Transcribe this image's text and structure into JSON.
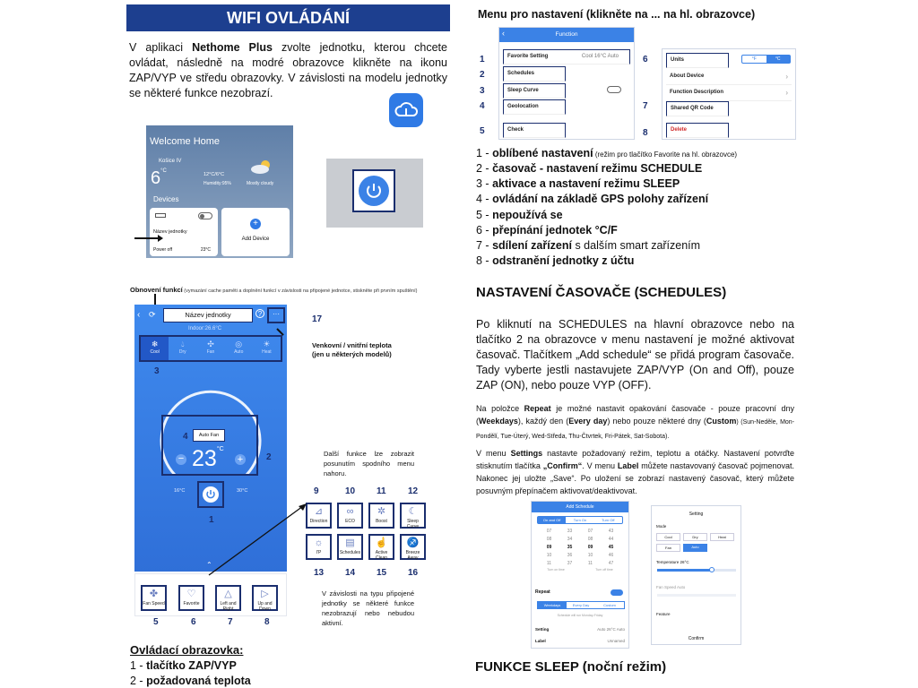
{
  "left": {
    "banner_title": "WIFI OVLÁDÁNÍ",
    "intro_p1": "V aplikaci ",
    "intro_app": "Nethome Plus",
    "intro_p2": " zvolte jednotku, kterou chcete ovládat, následně na modré obrazovce klikněte na ikonu ZAP/VYP ve středu obrazovky. V závislosti na modelu jednotky se některé funkce nezobrazí.",
    "home_screen": {
      "title": "Welcome Home",
      "city": "Košice IV",
      "temp": "6",
      "temp_unit": "°C",
      "range": "12°C/6°C",
      "humidity": "Humidity:95%",
      "weather": "Mostly cloudy",
      "devices_label": "Devices",
      "device_name": "Název jednotky",
      "device_status": "Power off",
      "device_temp": "23°C",
      "add_device": "Add Device"
    },
    "refresh_note_bold": "Obnovení funkcí",
    "refresh_note_rest": " (vymazání cache paměti a doplnění funkcí v závislosti na připojené jednotce, stiskněte při prvním spuštění)",
    "control": {
      "unit_name": "Název jednotky",
      "indoor": "Indoor:26.6°C",
      "modes": [
        "Cool",
        "Dry",
        "Fan",
        "Auto",
        "Heat"
      ],
      "fan_label": "Auto Fan",
      "set_temp": "23",
      "temp_unit": "°C",
      "min": "16°C",
      "max": "30°C",
      "functions_top": [
        "Direction",
        "ECO",
        "Boost",
        "Sleep Curve"
      ],
      "functions_mid": [
        "I'P",
        "Schedules",
        "Active Clean",
        "Breeze Away"
      ],
      "functions_bottom": [
        "Fan Speed",
        "Favorite",
        "Left and Right",
        "Up and Down"
      ]
    },
    "callout_17": "17",
    "outdoor_label": "Venkovní / vnitřní teplota (jen u některých modelů)",
    "more_functions": "Další funkce lze zobrazit posunutím spodního menu nahoru.",
    "depends_note": "V závislosti na typu připojené jednotky se některé funkce nezobrazují nebo nebudou aktivní.",
    "nums": {
      "n1": "1",
      "n2": "2",
      "n3": "3",
      "n4": "4",
      "n5": "5",
      "n6": "6",
      "n7": "7",
      "n8": "8",
      "n9": "9",
      "n10": "10",
      "n11": "11",
      "n12": "12",
      "n13": "13",
      "n14": "14",
      "n15": "15",
      "n16": "16"
    },
    "section_heading": "Ovládací obrazovka:",
    "item1_pre": "1 - ",
    "item1": "tlačítko ZAP/VYP",
    "item2_pre": "2 - ",
    "item2": "požadovaná teplota"
  },
  "right": {
    "menu_heading": "Menu pro nastavení (klikněte na ... na hl. obrazovce)",
    "function_screen_title": "Function",
    "function_rows": [
      "Favorite Setting",
      "Schedules",
      "Sleep Curve",
      "Geolocation",
      "Check"
    ],
    "favorite_value": "Cool 16°C Auto",
    "settings_rows": [
      "Units",
      "About Device",
      "Function Description",
      "Shared QR Code",
      "Delete"
    ],
    "units_f": "°F",
    "units_c": "°C",
    "list": [
      {
        "n": "1 - ",
        "b": "oblíbené nastavení",
        "r": " (režim pro tlačítko Favorite na hl. obrazovce)"
      },
      {
        "n": "2 - ",
        "b": "časovač - nastavení režimu SCHEDULE",
        "r": ""
      },
      {
        "n": "3 - ",
        "b": "aktivace a nastavení režimu SLEEP",
        "r": ""
      },
      {
        "n": "4 - ",
        "b": "ovládání na základě GPS polohy zařízení",
        "r": ""
      },
      {
        "n": "5 - ",
        "b": "nepoužívá se",
        "r": ""
      },
      {
        "n": "6 - ",
        "b": "přepínání jednotek °C/F",
        "r": ""
      },
      {
        "n": "7 - ",
        "b": "sdílení zařízení",
        "r": " s dalším smart zařízením"
      },
      {
        "n": "8 - ",
        "b": "odstranění jednotky z účtu",
        "r": ""
      }
    ],
    "schedules_heading": "NASTAVENÍ ČASOVAČE (SCHEDULES)",
    "sched_p1": "Po kliknutí na SCHEDULES na hlavní obrazovce nebo na tlačítko 2 na obrazovce v menu nastavení je možné aktivovat časovač. Tlačítkem „Add schedule“ se přidá program časovače. Tady vyberte jestli nastavujete ZAP/VYP (On and Off), pouze ZAP (ON), nebo pouze VYP (OFF).",
    "sched_p2_a": "Na položce ",
    "sched_p2_repeat": "Repeat",
    "sched_p2_b": " je možné nastavit opakování časovače - pouze pracovní dny (",
    "sched_p2_weekdays": "Weekdays",
    "sched_p2_c": "), každý den (",
    "sched_p2_everyday": "Every day",
    "sched_p2_d": ") nebo pouze některé dny (",
    "sched_p2_custom": "Custom",
    "sched_p2_e": ") (Sun-Neděle, Mon-Pondělí, Tue-Úterý, Wed-Středa, Thu-Čtvrtek, Fri-Pátek, Sat-Sobota).",
    "sched_p3_a": "V menu ",
    "sched_p3_settings": "Settings",
    "sched_p3_b": " nastavte požadovaný režim, teplotu a otáčky. Nastavení potvrďte stisknutím tlačítka ",
    "sched_p3_confirm": "„Confirm“",
    "sched_p3_c": ". V menu ",
    "sched_p3_label": "Label",
    "sched_p3_d": " můžete nastavovaný časovač pojmenovat. Nakonec jej uložte „Save“. Po uložení se zobrazí nastavený časovač, který můžete posuvným přepínačem aktivovat/deaktivovat.",
    "add_schedule": {
      "title": "Add Schedule",
      "tabs": [
        "On and Off",
        "Turn On",
        "Turn Off"
      ],
      "col1": [
        "07",
        "08",
        "09",
        "10",
        "11"
      ],
      "col2": [
        "33",
        "34",
        "35",
        "36",
        "37"
      ],
      "col3": [
        "07",
        "08",
        "09",
        "10",
        "11"
      ],
      "col4": [
        "43",
        "44",
        "45",
        "46",
        "47"
      ],
      "turn_on": "Turn on time",
      "turn_off": "Turn off time",
      "repeat": "Repeat",
      "repeat_tabs": [
        "Weekdays",
        "Every Day",
        "Custom"
      ],
      "repeat_note": "Schedule will run Monday-Friday",
      "setting": "Setting",
      "setting_val": "Auto 26°C Auto",
      "label": "Label",
      "label_val": "Unnamed"
    },
    "setting_screen": {
      "title": "Setting",
      "mode": "Mode",
      "modes": [
        "Cool",
        "Dry",
        "Heat",
        "Fan",
        "Auto"
      ],
      "temperature": "Temperature",
      "temperature_val": "26°C",
      "fan_speed": "Fan Speed",
      "fan_val": "Auto",
      "feature": "Feature",
      "confirm": "Confirm"
    },
    "sleep_heading": "FUNKCE SLEEP (noční režim)"
  },
  "colors": {
    "banner": "#1d3f8f",
    "navy": "#1a2e6e",
    "app_blue": "#3b82e6",
    "app_blue_dark": "#2a67cf"
  }
}
